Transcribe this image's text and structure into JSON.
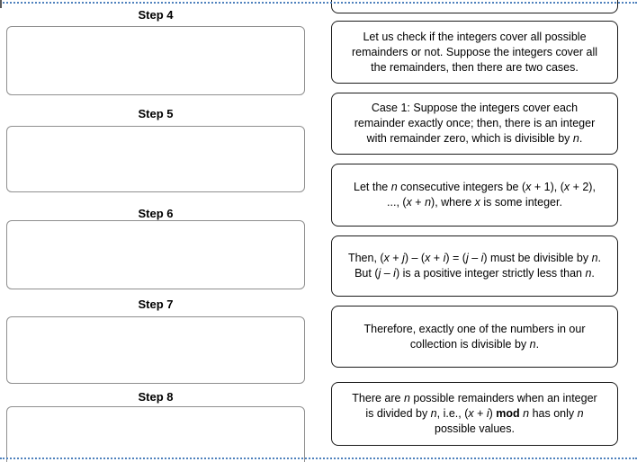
{
  "colors": {
    "dashed_boundary": "#4f81bd",
    "slot_border": "#8f8f8f",
    "card_border": "#1a1a1a",
    "text": "#000000"
  },
  "left_column": {
    "slots": [
      {
        "label": "Step 4"
      },
      {
        "label": "Step 5"
      },
      {
        "label": "Step 6"
      },
      {
        "label": "Step 7"
      },
      {
        "label": "Step 8"
      }
    ]
  },
  "right_column": {
    "cards": [
      {
        "name": "card-partial-top",
        "parts": []
      },
      {
        "name": "card-check-remainders",
        "parts": [
          {
            "t": "Let us check if the integers cover all possible"
          },
          {
            "br": true
          },
          {
            "t": "remainders or not. Suppose the integers cover all"
          },
          {
            "br": true
          },
          {
            "t": "the remainders, then there are two cases."
          }
        ]
      },
      {
        "name": "card-case-1",
        "parts": [
          {
            "t": "Case 1: Suppose the integers cover each"
          },
          {
            "br": true
          },
          {
            "t": "remainder exactly once; then, there is an integer"
          },
          {
            "br": true
          },
          {
            "t": "with remainder zero, which is divisible by "
          },
          {
            "t": "n",
            "s": "i"
          },
          {
            "t": "."
          }
        ]
      },
      {
        "name": "card-consecutive-integers",
        "parts": [
          {
            "t": "Let the "
          },
          {
            "t": "n",
            "s": "i"
          },
          {
            "t": " consecutive integers be ("
          },
          {
            "t": "x",
            "s": "i"
          },
          {
            "t": " + 1), ("
          },
          {
            "t": "x",
            "s": "i"
          },
          {
            "t": " + 2),"
          },
          {
            "br": true
          },
          {
            "t": "..., ("
          },
          {
            "t": "x",
            "s": "i"
          },
          {
            "t": " + "
          },
          {
            "t": "n",
            "s": "i"
          },
          {
            "t": "), where "
          },
          {
            "t": "x",
            "s": "i"
          },
          {
            "t": " is some integer."
          }
        ]
      },
      {
        "name": "card-difference-divisible",
        "parts": [
          {
            "t": "Then, ("
          },
          {
            "t": "x",
            "s": "i"
          },
          {
            "t": " + "
          },
          {
            "t": "j",
            "s": "i"
          },
          {
            "t": ") – ("
          },
          {
            "t": "x",
            "s": "i"
          },
          {
            "t": " + "
          },
          {
            "t": "i",
            "s": "i"
          },
          {
            "t": ") = ("
          },
          {
            "t": "j",
            "s": "i"
          },
          {
            "t": " – "
          },
          {
            "t": "i",
            "s": "i"
          },
          {
            "t": ") must be divisible by "
          },
          {
            "t": "n",
            "s": "i"
          },
          {
            "t": "."
          },
          {
            "br": true
          },
          {
            "t": "But ("
          },
          {
            "t": "j",
            "s": "i"
          },
          {
            "t": " – "
          },
          {
            "t": "i",
            "s": "i"
          },
          {
            "t": ") is a positive integer strictly less than "
          },
          {
            "t": "n",
            "s": "i"
          },
          {
            "t": "."
          }
        ]
      },
      {
        "name": "card-exactly-one-divisible",
        "parts": [
          {
            "t": "Therefore, exactly one of the numbers in our"
          },
          {
            "br": true
          },
          {
            "t": "collection is divisible by "
          },
          {
            "t": "n",
            "s": "i"
          },
          {
            "t": "."
          }
        ]
      },
      {
        "name": "card-possible-remainders",
        "parts": [
          {
            "t": "There are "
          },
          {
            "t": "n",
            "s": "i"
          },
          {
            "t": " possible remainders when an integer"
          },
          {
            "br": true
          },
          {
            "t": "is divided by "
          },
          {
            "t": "n",
            "s": "i"
          },
          {
            "t": ", i.e., ("
          },
          {
            "t": "x",
            "s": "i"
          },
          {
            "t": " + "
          },
          {
            "t": "i",
            "s": "i"
          },
          {
            "t": ") "
          },
          {
            "t": "mod",
            "s": "b"
          },
          {
            "t": " "
          },
          {
            "t": "n",
            "s": "i"
          },
          {
            "t": " has only "
          },
          {
            "t": "n",
            "s": "i"
          },
          {
            "br": true
          },
          {
            "t": "possible values."
          }
        ]
      }
    ]
  }
}
